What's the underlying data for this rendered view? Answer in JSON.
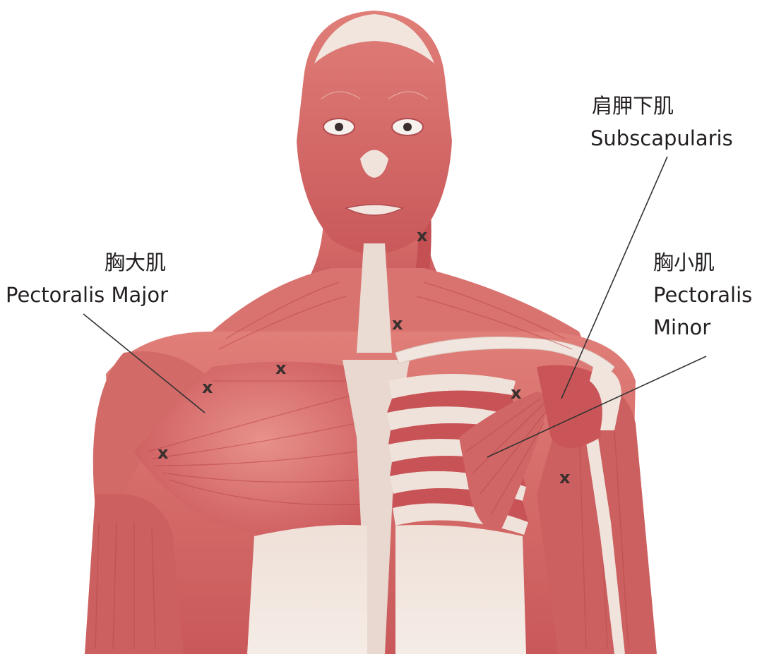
{
  "labels": {
    "pectoralis_major": {
      "cn": "胸大肌",
      "en": "Pectoralis Major"
    },
    "pectoralis_minor": {
      "cn": "胸小肌",
      "en_line1": "Pectoralis",
      "en_line2": "Minor"
    },
    "subscapularis": {
      "cn": "肩胛下肌",
      "en": "Subscapularis"
    }
  },
  "marker_glyph": "x",
  "colors": {
    "muscle": "#d9736f",
    "muscle_dark": "#b94d4f",
    "tendon": "#f1e4dc",
    "text": "#231f20"
  }
}
